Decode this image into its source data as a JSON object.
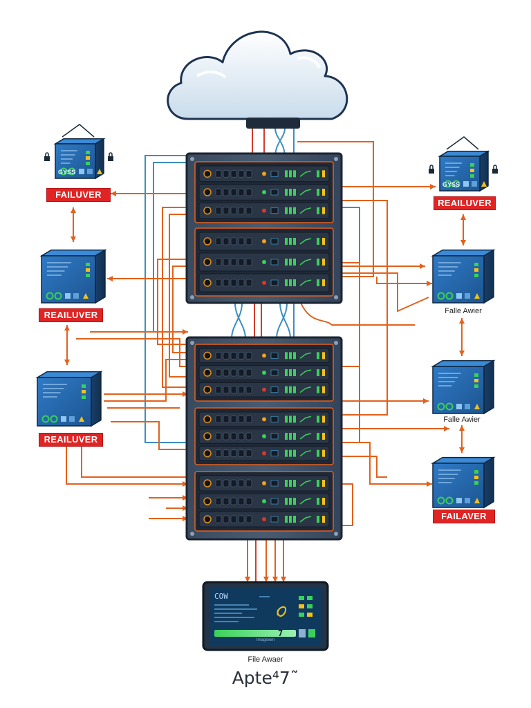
{
  "cloud": {
    "icon": "cloud-icon"
  },
  "left_nodes": [
    {
      "label": "FAILUVER",
      "style": "red-badge",
      "has_padlocks": true
    },
    {
      "label": "REAILUVER",
      "style": "red-badge",
      "has_padlocks": false
    },
    {
      "label": "REAILUVER",
      "style": "red-badge",
      "has_padlocks": false
    }
  ],
  "right_nodes": [
    {
      "label": "REAILUVER",
      "style": "red-badge",
      "has_padlocks": true
    },
    {
      "label": "Falle Awier",
      "style": "plain-text",
      "has_padlocks": false
    },
    {
      "label": "Falle Awier",
      "style": "plain-text",
      "has_padlocks": false
    },
    {
      "label": "FAILAVER",
      "style": "red-badge",
      "has_padlocks": false
    }
  ],
  "node_badges": {
    "top_left": "GYSS",
    "top_right": "GYSS"
  },
  "rack_groups": [
    {
      "units": 2
    },
    {
      "units": 3
    }
  ],
  "console": {
    "title": "COW",
    "version": "7",
    "footer_small": "Imageiom",
    "label": "File Awaer"
  },
  "footer_title": "Apte⁴7˜",
  "colors": {
    "cable_orange": "#e2611c",
    "cable_blue": "#3a8fbf",
    "cable_red": "#d43a2a",
    "rack_body": "#2c3a4c",
    "node_face": "#2a6eb8",
    "label_red": "#e02424",
    "console_screen": "#0f3a5e",
    "led_green": "#3ad15a",
    "led_yellow": "#f3c21a"
  }
}
